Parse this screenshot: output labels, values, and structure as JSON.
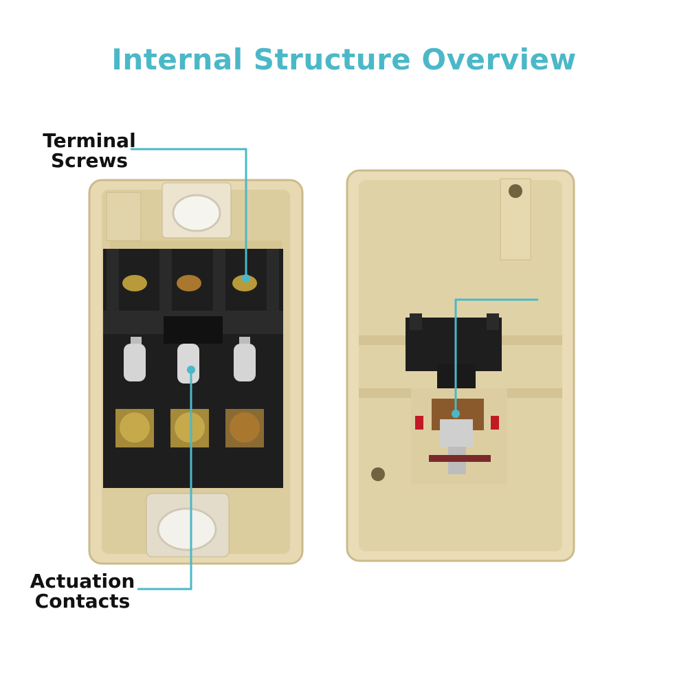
{
  "title": "Internal Structure Overview",
  "labels": {
    "terminal": {
      "line1": "Terminal",
      "line2": "Screws"
    },
    "actuation": {
      "line1": "Actuation",
      "line2": "Contacts"
    }
  },
  "colors": {
    "accent": "#4bb8c8",
    "housing": "#e9dcb6",
    "housing_inner": "#dfd0a4",
    "housing_edge": "#cbbb8c",
    "block": "#1c1c1c",
    "brass": "#b89a3a",
    "metal": "#cfcfcf",
    "contact_red": "#c21a24"
  }
}
